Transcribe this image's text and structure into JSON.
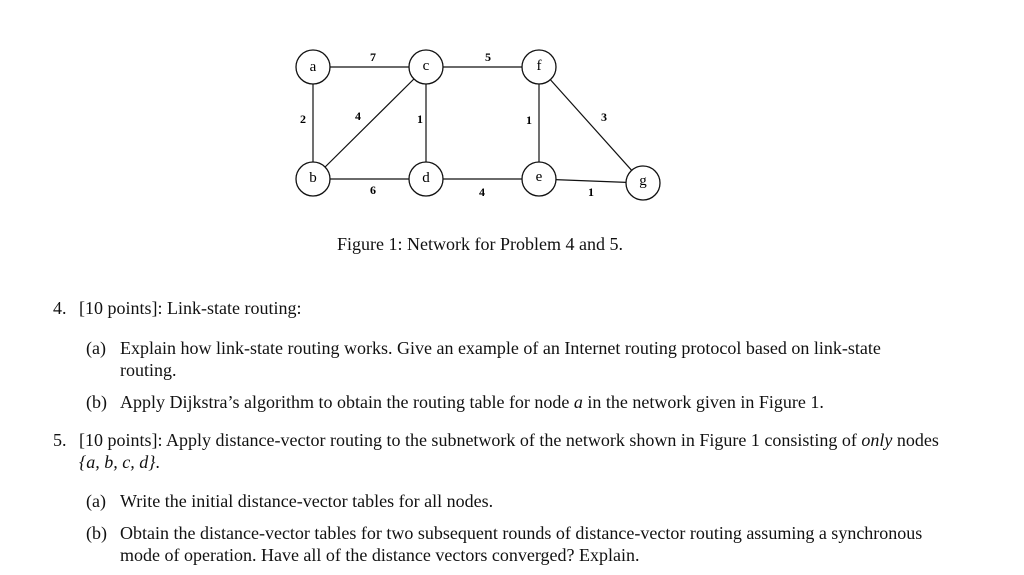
{
  "figure": {
    "nodes": [
      {
        "id": "a",
        "label": "a"
      },
      {
        "id": "c",
        "label": "c"
      },
      {
        "id": "f",
        "label": "f"
      },
      {
        "id": "b",
        "label": "b"
      },
      {
        "id": "d",
        "label": "d"
      },
      {
        "id": "e",
        "label": "e"
      },
      {
        "id": "g",
        "label": "g"
      }
    ],
    "edges": [
      {
        "from": "a",
        "to": "c",
        "weight": "7"
      },
      {
        "from": "c",
        "to": "f",
        "weight": "5"
      },
      {
        "from": "a",
        "to": "b",
        "weight": "2"
      },
      {
        "from": "b",
        "to": "c",
        "weight": "4"
      },
      {
        "from": "c",
        "to": "d",
        "weight": "1"
      },
      {
        "from": "f",
        "to": "e",
        "weight": "1"
      },
      {
        "from": "f",
        "to": "g",
        "weight": "3"
      },
      {
        "from": "b",
        "to": "d",
        "weight": "6"
      },
      {
        "from": "d",
        "to": "e",
        "weight": "4"
      },
      {
        "from": "e",
        "to": "g",
        "weight": "1"
      }
    ],
    "caption": "Figure 1: Network for Problem 4 and 5."
  },
  "problem4": {
    "number": "4.",
    "heading": "[10 points]: Link-state routing:",
    "parts": [
      {
        "label": "(a)",
        "text": "Explain how link-state routing works. Give an example of an Internet routing protocol based on link-state routing."
      },
      {
        "label": "(b)",
        "text_before": "Apply Dijkstra’s algorithm to obtain the routing table for node ",
        "node": "a",
        "text_after": " in the network given in Figure 1."
      }
    ]
  },
  "problem5": {
    "number": "5.",
    "text_before": "[10 points]: Apply distance-vector routing to the subnetwork of the network shown in Figure 1 consisting of ",
    "emphasis": "only",
    "text_middle": " nodes ",
    "node_set": "{a, b, c, d}",
    "text_after": ".",
    "parts": [
      {
        "label": "(a)",
        "text": "Write the initial distance-vector tables for all nodes."
      },
      {
        "label": "(b)",
        "text": "Obtain the distance-vector tables for two subsequent rounds of distance-vector routing assuming a synchronous mode of operation. Have all of the distance vectors converged? Explain."
      }
    ]
  }
}
